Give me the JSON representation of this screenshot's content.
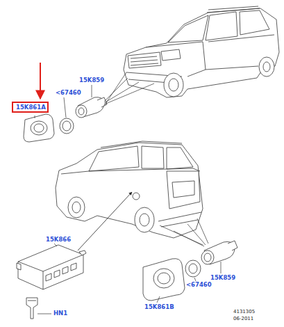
{
  "diagram": {
    "nodes": [
      {
        "text": [
          "15K861A"
        ]
      }
    ],
    "labels": [
      "<67460",
      "15K859",
      "15K866",
      "HN1",
      "<67460",
      "15K859",
      "15K861B",
      "4131305",
      "06-2011"
    ]
  }
}
